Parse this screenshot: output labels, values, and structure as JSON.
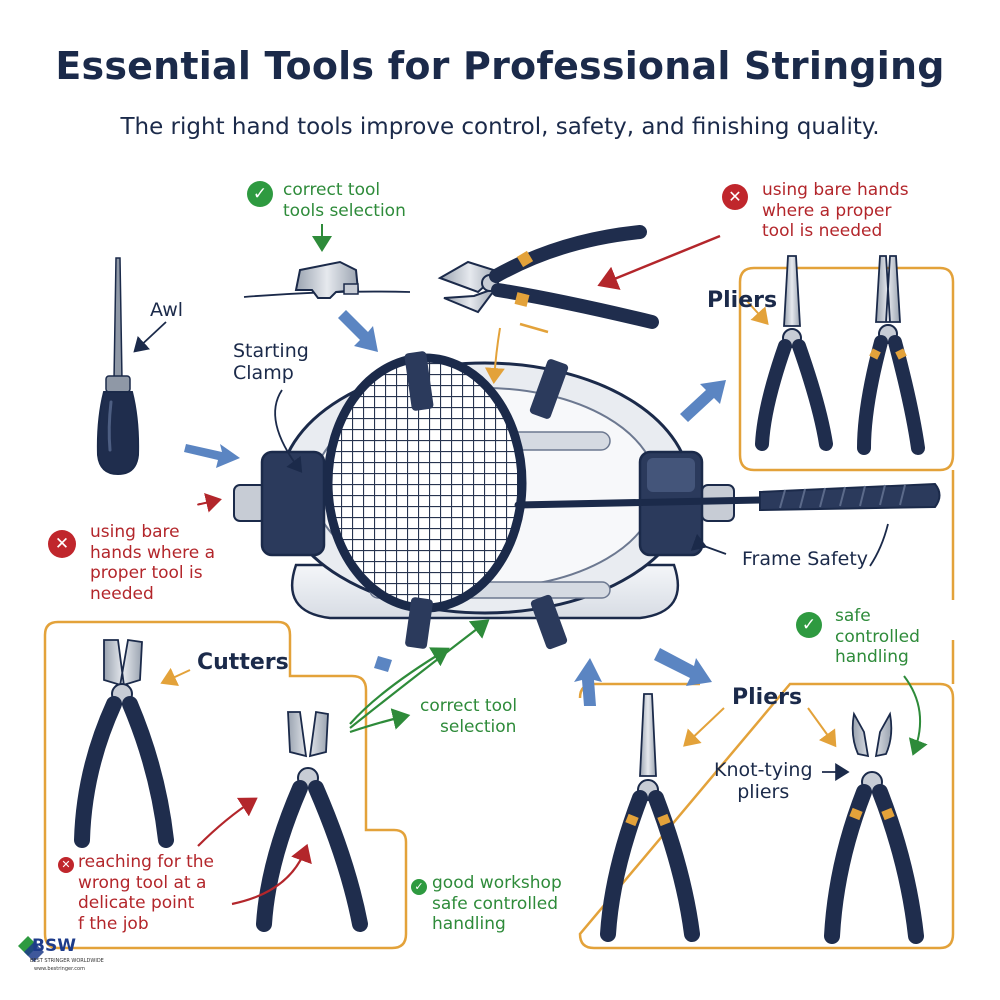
{
  "title": "Essential Tools for Professional Stringing",
  "subtitle": "The right hand tools improve control, safety, and finishing quality.",
  "labels": {
    "awl": "Awl",
    "starting_clamp": [
      "Starting",
      "Clamp"
    ],
    "pliers_top": "Pliers",
    "cutters": "Cutters",
    "pliers_bottom": "Pliers",
    "knot_tying": [
      "Knot-tying",
      "pliers"
    ],
    "frame_safety": "Frame Safety"
  },
  "notes": {
    "correct_top": [
      "correct tool",
      "tools selection"
    ],
    "bare_hands_top": [
      "using bare hands",
      "where a proper",
      "tool is needed"
    ],
    "bare_hands_left": [
      "using bare",
      "hands where a",
      "proper tool is",
      "needed"
    ],
    "correct_center": [
      "correct tool",
      "selection"
    ],
    "safe_controlled": [
      "safe",
      "controlled",
      "handling"
    ],
    "reaching": [
      "reaching for the",
      "wrong tool at a",
      "delicate point",
      "f the job"
    ],
    "good_workshop": [
      "good workshop",
      "safe controlled",
      "handling"
    ]
  },
  "badges": {
    "ok": "✓",
    "bad": "✕"
  },
  "logo": {
    "brand": "BSW",
    "tag": "BEST STRINGER WORLDWIDE",
    "url": "www.bestringer.com"
  },
  "colors": {
    "navy": "#1b2a4a",
    "green": "#2e8b3a",
    "red": "#b3262b",
    "orange": "#e3a23a",
    "blue_arrow": "#5b85c2",
    "metal": "#c4cad4"
  }
}
